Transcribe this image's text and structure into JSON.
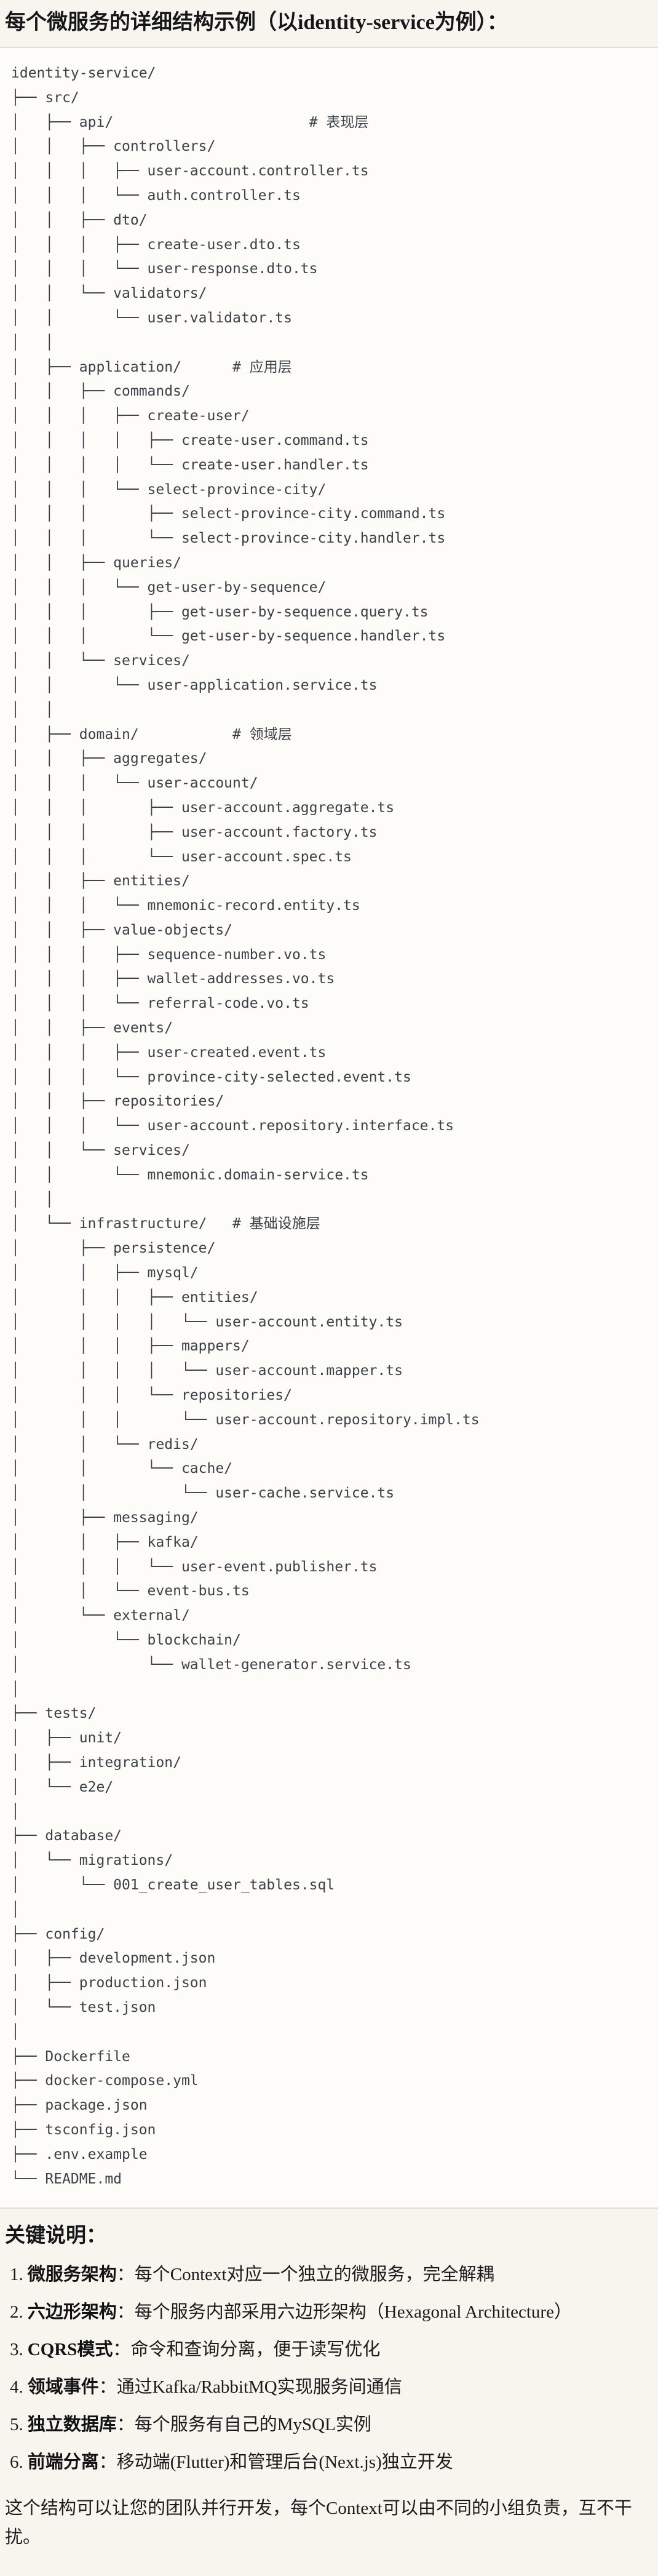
{
  "page": {
    "title": "每个微服务的详细结构示例（以identity-service为例）：",
    "colors": {
      "page_bg": "#f8f5ef",
      "code_bg": "#fdfcf9",
      "divider": "#e1ded6",
      "tree_text": "#3b4147",
      "body_text": "#1b1b1d"
    }
  },
  "tree": {
    "root": "identity-service/",
    "layer_comments": [
      "# 表现层",
      "# 应用层",
      "# 领域层",
      "# 基础设施层"
    ],
    "lines": [
      "identity-service/",
      "├── src/",
      "│   ├── api/                       # 表现层",
      "│   │   ├── controllers/",
      "│   │   │   ├── user-account.controller.ts",
      "│   │   │   └── auth.controller.ts",
      "│   │   ├── dto/",
      "│   │   │   ├── create-user.dto.ts",
      "│   │   │   └── user-response.dto.ts",
      "│   │   └── validators/",
      "│   │       └── user.validator.ts",
      "│   │",
      "│   ├── application/      # 应用层",
      "│   │   ├── commands/",
      "│   │   │   ├── create-user/",
      "│   │   │   │   ├── create-user.command.ts",
      "│   │   │   │   └── create-user.handler.ts",
      "│   │   │   └── select-province-city/",
      "│   │   │       ├── select-province-city.command.ts",
      "│   │   │       └── select-province-city.handler.ts",
      "│   │   ├── queries/",
      "│   │   │   └── get-user-by-sequence/",
      "│   │   │       ├── get-user-by-sequence.query.ts",
      "│   │   │       └── get-user-by-sequence.handler.ts",
      "│   │   └── services/",
      "│   │       └── user-application.service.ts",
      "│   │",
      "│   ├── domain/           # 领域层",
      "│   │   ├── aggregates/",
      "│   │   │   └── user-account/",
      "│   │   │       ├── user-account.aggregate.ts",
      "│   │   │       ├── user-account.factory.ts",
      "│   │   │       └── user-account.spec.ts",
      "│   │   ├── entities/",
      "│   │   │   └── mnemonic-record.entity.ts",
      "│   │   ├── value-objects/",
      "│   │   │   ├── sequence-number.vo.ts",
      "│   │   │   ├── wallet-addresses.vo.ts",
      "│   │   │   └── referral-code.vo.ts",
      "│   │   ├── events/",
      "│   │   │   ├── user-created.event.ts",
      "│   │   │   └── province-city-selected.event.ts",
      "│   │   ├── repositories/",
      "│   │   │   └── user-account.repository.interface.ts",
      "│   │   └── services/",
      "│   │       └── mnemonic.domain-service.ts",
      "│   │",
      "│   └── infrastructure/   # 基础设施层",
      "│       ├── persistence/",
      "│       │   ├── mysql/",
      "│       │   │   ├── entities/",
      "│       │   │   │   └── user-account.entity.ts",
      "│       │   │   ├── mappers/",
      "│       │   │   │   └── user-account.mapper.ts",
      "│       │   │   └── repositories/",
      "│       │   │       └── user-account.repository.impl.ts",
      "│       │   └── redis/",
      "│       │       └── cache/",
      "│       │           └── user-cache.service.ts",
      "│       ├── messaging/",
      "│       │   ├── kafka/",
      "│       │   │   └── user-event.publisher.ts",
      "│       │   └── event-bus.ts",
      "│       └── external/",
      "│           └── blockchain/",
      "│               └── wallet-generator.service.ts",
      "│",
      "├── tests/",
      "│   ├── unit/",
      "│   ├── integration/",
      "│   └── e2e/",
      "│",
      "├── database/",
      "│   └── migrations/",
      "│       └── 001_create_user_tables.sql",
      "│",
      "├── config/",
      "│   ├── development.json",
      "│   ├── production.json",
      "│   └── test.json",
      "│",
      "├── Dockerfile",
      "├── docker-compose.yml",
      "├── package.json",
      "├── tsconfig.json",
      "├── .env.example",
      "└── README.md"
    ]
  },
  "notes": {
    "heading": "关键说明：",
    "items": [
      {
        "num": "1.",
        "label": "微服务架构",
        "rest": "：每个Context对应一个独立的微服务，完全解耦"
      },
      {
        "num": "2.",
        "label": "六边形架构",
        "rest": "：每个服务内部采用六边形架构（Hexagonal Architecture）"
      },
      {
        "num": "3.",
        "label": "CQRS模式",
        "rest": "：命令和查询分离，便于读写优化"
      },
      {
        "num": "4.",
        "label": "领域事件",
        "rest": "：通过Kafka/RabbitMQ实现服务间通信"
      },
      {
        "num": "5.",
        "label": "独立数据库",
        "rest": "：每个服务有自己的MySQL实例"
      },
      {
        "num": "6.",
        "label": "前端分离",
        "rest": "：移动端(Flutter)和管理后台(Next.js)独立开发"
      }
    ],
    "footer": "这个结构可以让您的团队并行开发，每个Context可以由不同的小组负责，互不干扰。"
  }
}
